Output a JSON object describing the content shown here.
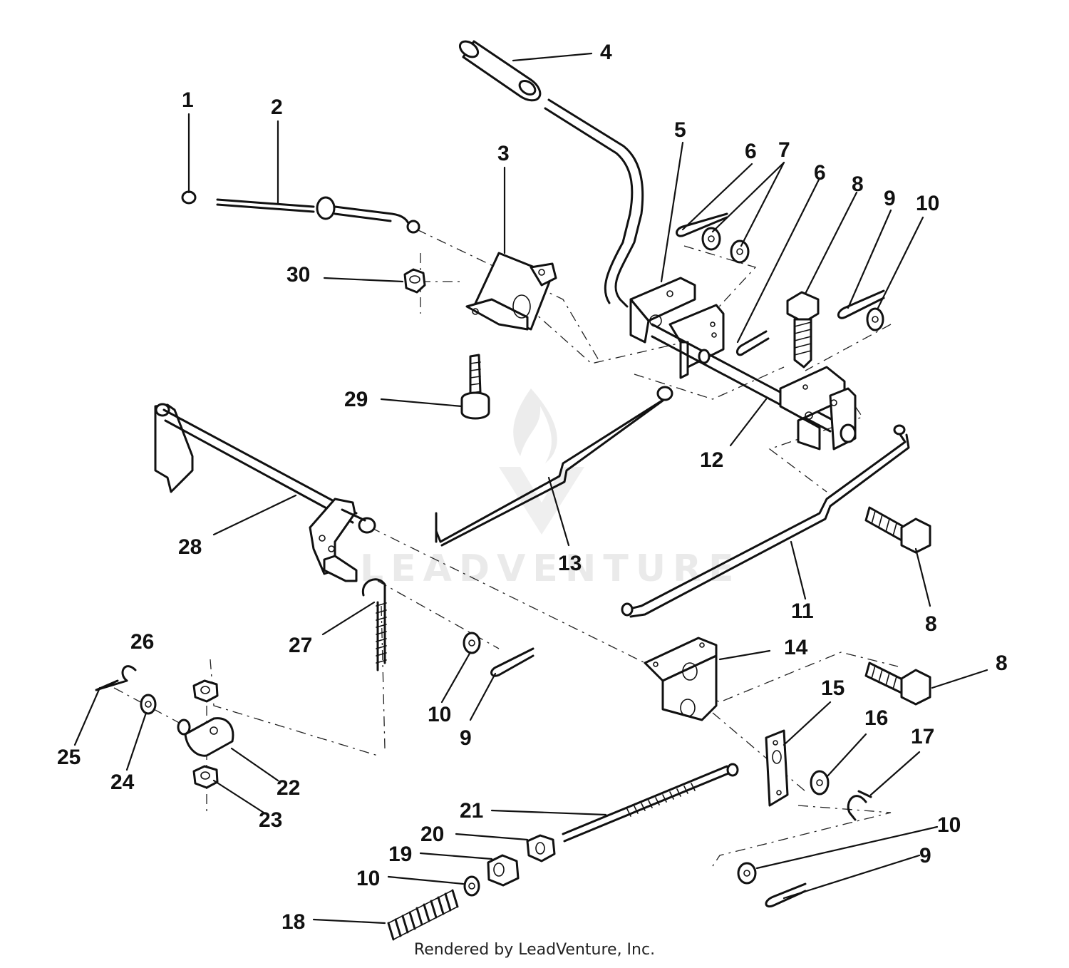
{
  "watermark": {
    "text": "LEADVENTURE"
  },
  "footer": {
    "credit": "Rendered by LeadVenture, Inc."
  },
  "callouts": [
    "1",
    "2",
    "3",
    "4",
    "5",
    "6",
    "7",
    "6",
    "8",
    "9",
    "10",
    "30",
    "29",
    "12",
    "13",
    "28",
    "11",
    "8",
    "27",
    "26",
    "14",
    "8",
    "10",
    "9",
    "15",
    "16",
    "17",
    "25",
    "24",
    "22",
    "23",
    "21",
    "20",
    "10",
    "19",
    "9",
    "10",
    "18"
  ]
}
